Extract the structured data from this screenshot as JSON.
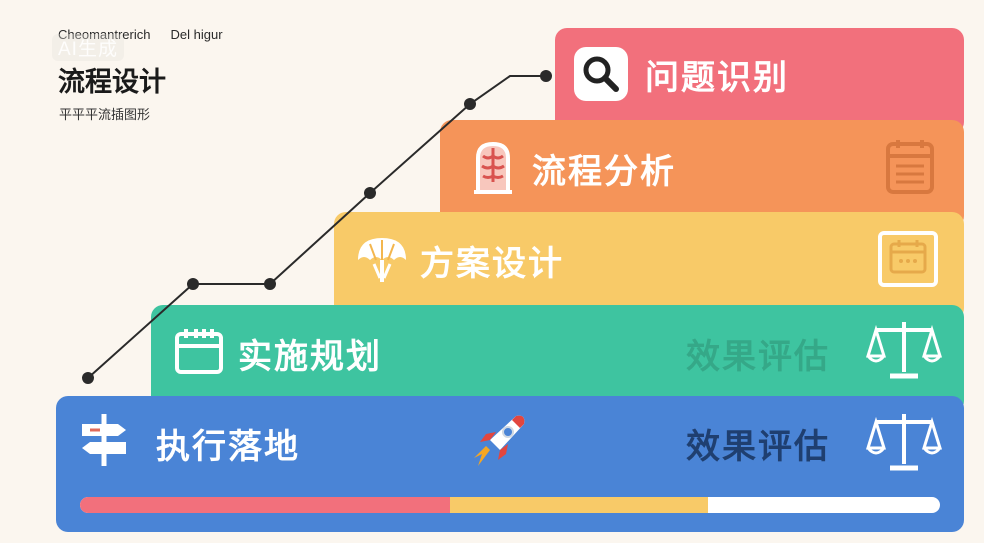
{
  "header": {
    "overlay_watermark": "AI生成",
    "garbled_a": "Cheomantrerich",
    "garbled_b": "Del higur",
    "title": "流程设计",
    "subtitle": "平平平流插图形"
  },
  "steps": [
    {
      "label": "问题识别",
      "icon": "search-icon",
      "color": "#f2707c"
    },
    {
      "label": "流程分析",
      "icon": "brain-icon",
      "color": "#f59459",
      "right_icon": "calendar-icon"
    },
    {
      "label": "方案设计",
      "icon": "umbrella-icon",
      "color": "#f8ca68",
      "right_icon": "calendar-icon"
    },
    {
      "label": "实施规划",
      "icon": "calendar-icon",
      "color": "#3ec4a0",
      "right_label": "效果评估",
      "right_icon": "scale-icon"
    },
    {
      "label": "执行落地",
      "icon": "signpost-icon",
      "color": "#4a84d6",
      "center_icon": "rocket-icon",
      "right_label": "效果评估",
      "right_icon": "scale-icon"
    }
  ],
  "progress": {
    "segments": [
      {
        "fraction": 0.43,
        "color": "#f2707c"
      },
      {
        "fraction": 0.3,
        "color": "#f8ca68"
      }
    ],
    "track_color": "#ffffff"
  },
  "connector": {
    "color": "#2a2a2a"
  }
}
